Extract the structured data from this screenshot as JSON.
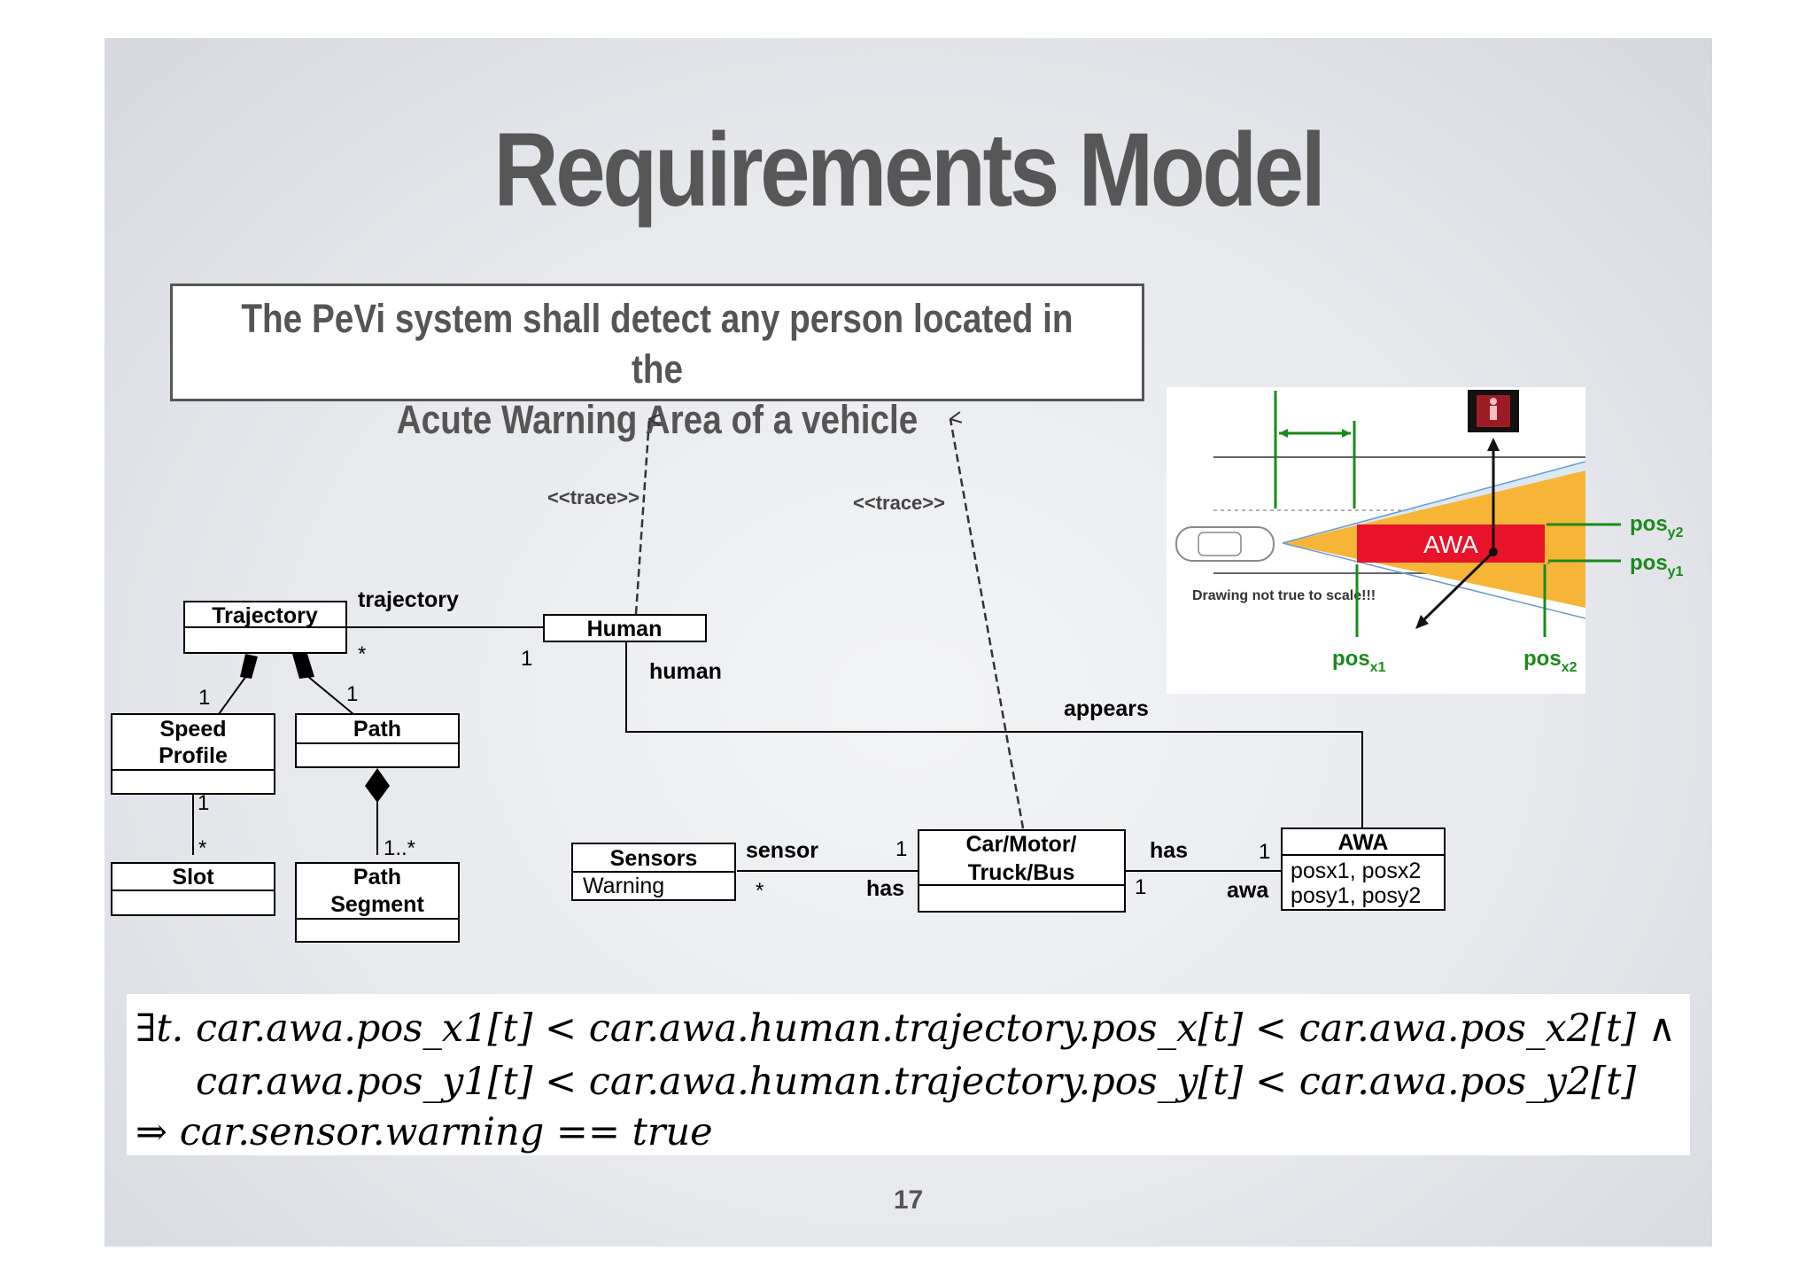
{
  "slide": {
    "title": "Requirements Model",
    "requirement_line1": "The PeVi system shall detect any person located in the",
    "requirement_line2": "Acute Warning Area of a vehicle",
    "page_number": "17"
  },
  "diagram": {
    "classes": {
      "trajectory": "Trajectory",
      "human": "Human",
      "speed_profile_line1": "Speed",
      "speed_profile_line2": "Profile",
      "path": "Path",
      "slot": "Slot",
      "path_segment_line1": "Path",
      "path_segment_line2": "Segment",
      "sensors": "Sensors",
      "sensors_attr": "Warning",
      "car_line1": "Car/Motor/",
      "car_line2": "Truck/Bus",
      "awa": "AWA",
      "awa_attr1": "posx1, posx2",
      "awa_attr2": "posy1, posy2"
    },
    "labels": {
      "trace1": "<<trace>>",
      "trace2": "<<trace>>",
      "trajectory_role": "trajectory",
      "human_role": "human",
      "appears": "appears",
      "sensor_role": "sensor",
      "has1": "has",
      "has2": "has",
      "awa_role": "awa"
    },
    "multiplicities": {
      "traj_star": "*",
      "human_one": "1",
      "speed_one": "1",
      "path_one": "1",
      "speed_slot_one": "1",
      "slot_star": "*",
      "segment_many": "1..*",
      "car_sensor_one": "1",
      "sensor_star": "*",
      "car_awa_one": "1",
      "awa_one": "1"
    }
  },
  "figure": {
    "awa_label": "AWA",
    "note": "Drawing not true to scale!!!",
    "pos_label": "pos",
    "sub_y2": "y2",
    "sub_y1": "y1",
    "sub_x1": "x1",
    "sub_x2": "x2",
    "colors": {
      "awa_red": "#e8132b",
      "warning_area": "#f7b538",
      "dimension_green": "#1a8a1a"
    }
  },
  "formula": {
    "line1": "∃t. car.awa.pos_x1[t] < car.awa.human.trajectory.pos_x[t] < car.awa.pos_x2[t] ∧",
    "line2": "car.awa.pos_y1[t] < car.awa.human.trajectory.pos_y[t] < car.awa.pos_y2[t]",
    "line3": "⇒ car.sensor.warning == true"
  }
}
